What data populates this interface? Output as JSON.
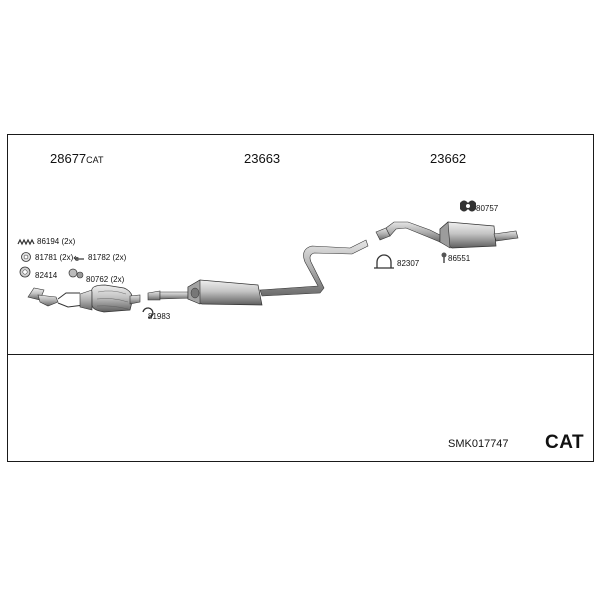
{
  "groups": [
    {
      "number": "28677",
      "suffix": "CAT"
    },
    {
      "number": "23663",
      "suffix": ""
    },
    {
      "number": "23662",
      "suffix": ""
    }
  ],
  "parts": {
    "p86194": "86194 (2x)",
    "p81781": "81781 (2x)",
    "p81782": "81782 (2x)",
    "p80762": "80762 (2x)",
    "p82414": "82414",
    "p81983": "81983",
    "p82307": "82307",
    "p80757": "80757",
    "p86551": "86551"
  },
  "product_code": "SMK017747",
  "category": "CAT"
}
